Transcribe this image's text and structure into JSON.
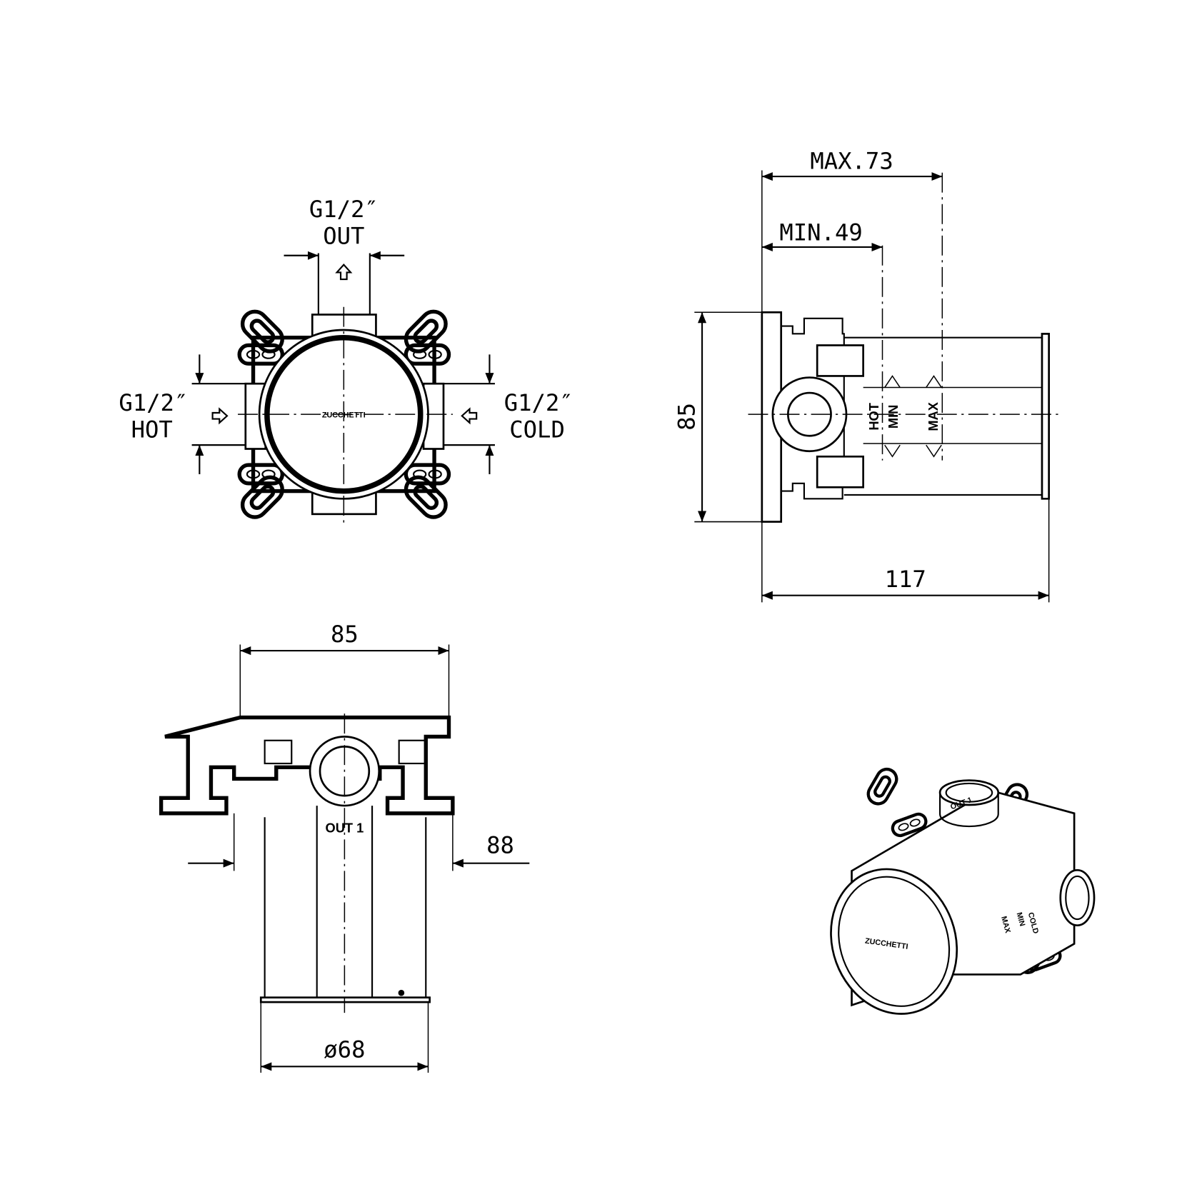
{
  "front_view": {
    "out_thread": "G1/2″",
    "out_label": "OUT",
    "hot_thread": "G1/2″",
    "hot_label": "HOT",
    "cold_thread": "G1/2″",
    "cold_label": "COLD",
    "brand": "ZUCCHETTI"
  },
  "side_view": {
    "max_depth": "MAX.73",
    "min_depth": "MIN.49",
    "height": "85",
    "length": "117",
    "marks": {
      "hot": "HOT",
      "min": "MIN",
      "max": "MAX"
    }
  },
  "bottom_view": {
    "width": "85",
    "offset": "88",
    "diameter": "ø68",
    "out_label": "OUT 1"
  },
  "iso_view": {
    "brand": "ZUCCHETTI",
    "out_label": "OUT 1",
    "marks": {
      "cold": "COLD",
      "min": "MIN",
      "max": "MAX"
    }
  }
}
